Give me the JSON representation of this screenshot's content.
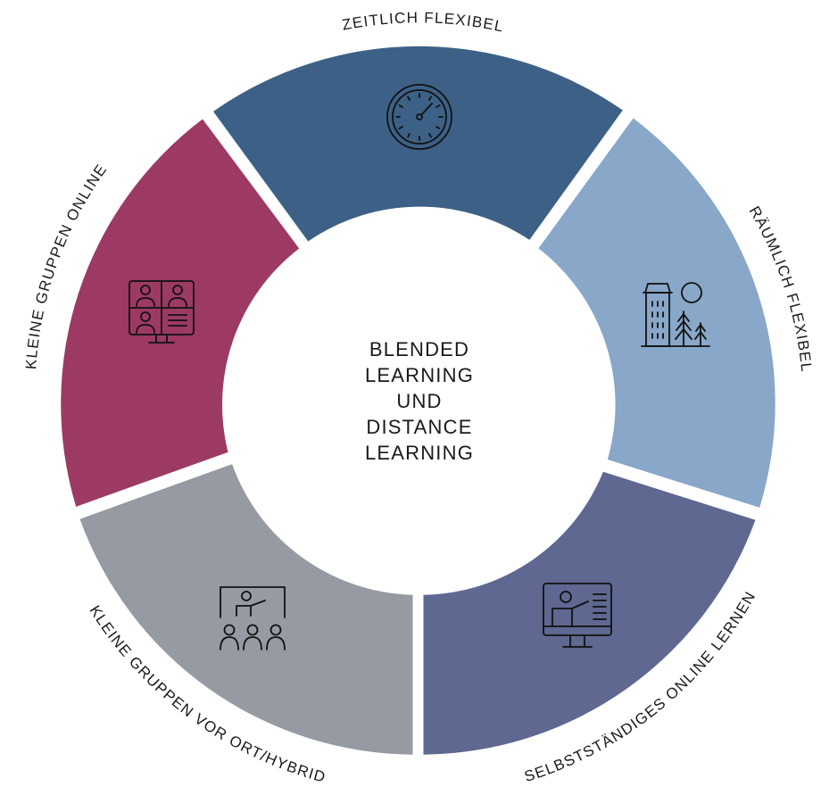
{
  "center": {
    "lines": [
      "BLENDED",
      "LEARNING",
      "UND",
      "DISTANCE",
      "LEARNING"
    ]
  },
  "segments": [
    {
      "id": "zeitlich",
      "label": "ZEITLICH FLEXIBEL",
      "color": "#3d6186",
      "icon": "clock-icon"
    },
    {
      "id": "raeumlich",
      "label": "RÄUMLICH FLEXIBEL",
      "color": "#88a7c9",
      "icon": "building-trees-icon"
    },
    {
      "id": "selbst",
      "label": "SELBSTSTÄNDIGES ONLINE LERNEN",
      "color": "#5e6891",
      "icon": "monitor-presenter-icon"
    },
    {
      "id": "vorort",
      "label": "KLEINE GRUPPEN VOR ORT/HYBRID",
      "color": "#969aa2",
      "icon": "classroom-icon"
    },
    {
      "id": "online",
      "label": "KLEINE GRUPPEN ONLINE",
      "color": "#9c3a64",
      "icon": "video-conference-icon"
    }
  ]
}
